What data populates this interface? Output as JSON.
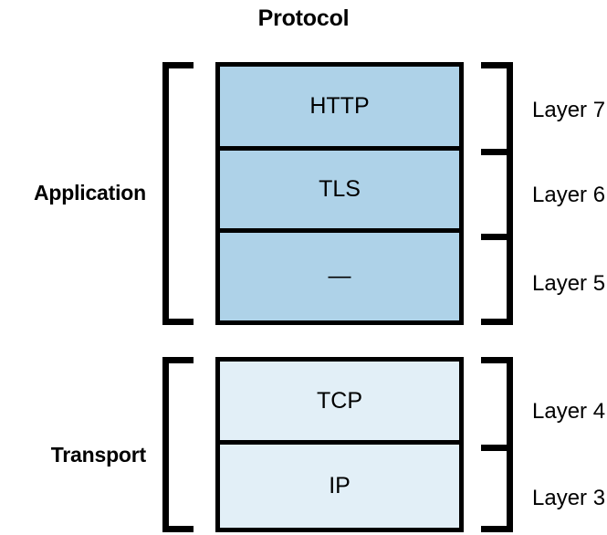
{
  "diagram": {
    "title": "Protocol",
    "background": "#ffffff",
    "line_color": "#000000",
    "groups": [
      {
        "id": "application",
        "name": "Application",
        "fill": "#aed2e8",
        "cells": [
          {
            "protocol": "HTTP",
            "layer_label": "Layer 7"
          },
          {
            "protocol": "TLS",
            "layer_label": "Layer 6"
          },
          {
            "protocol": "—",
            "layer_label": "Layer 5"
          }
        ]
      },
      {
        "id": "transport",
        "name": "Transport",
        "fill": "#e2eff7",
        "cells": [
          {
            "protocol": "TCP",
            "layer_label": "Layer 4"
          },
          {
            "protocol": "IP",
            "layer_label": "Layer 3"
          }
        ]
      }
    ]
  }
}
